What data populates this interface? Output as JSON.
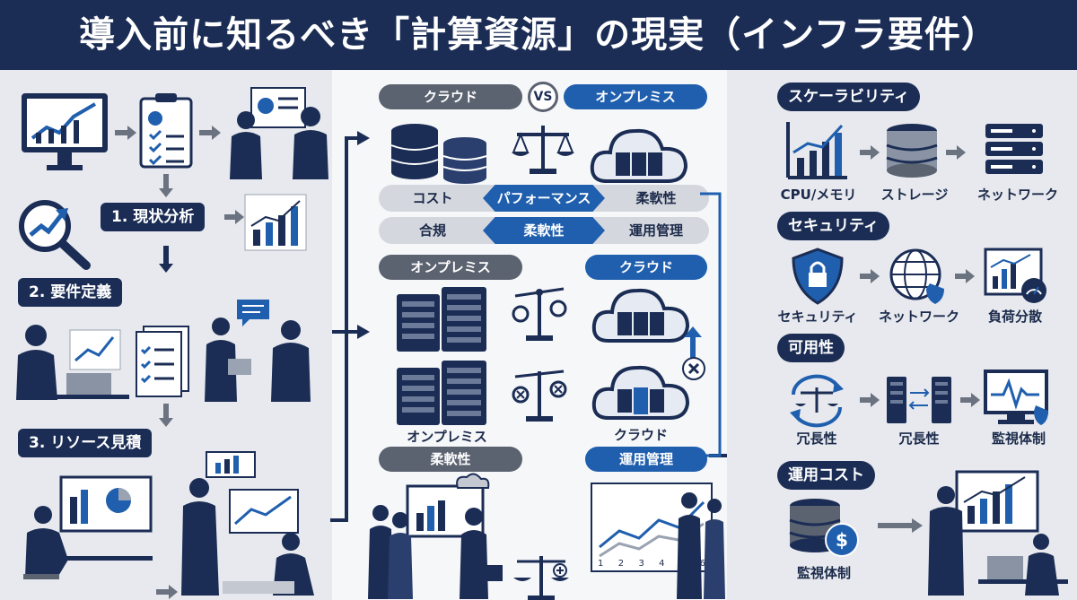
{
  "title": "導入前に知るべき「計算資源」の現実（インフラ要件）",
  "left": {
    "step1": "1. 現状分析",
    "step2": "2. 要件定義",
    "step3": "3. リソース見積"
  },
  "middle": {
    "cloud": "クラウド",
    "vs": "VS",
    "onprem": "オンプレミス",
    "bar1": [
      "コスト",
      "パフォーマンス",
      "柔軟性"
    ],
    "bar2": [
      "合規",
      "柔軟性",
      "運用管理"
    ],
    "onprem_tag": "オンプレミス",
    "cloud_tag": "クラウド",
    "onprem_caption": "オンプレミス",
    "cloud_caption": "クラウド",
    "flex_tag": "柔軟性",
    "ops_tag": "運用管理",
    "chart_ticks": [
      "1",
      "2",
      "3",
      "4",
      "5",
      "6"
    ]
  },
  "right": {
    "scalability": {
      "title": "スケーラビリティ",
      "items": [
        "CPU/メモリ",
        "ストレージ",
        "ネットワーク"
      ]
    },
    "security": {
      "title": "セキュリティ",
      "items": [
        "セキュリティ",
        "ネットワーク",
        "負荷分散"
      ]
    },
    "availability": {
      "title": "可用性",
      "items": [
        "冗長性",
        "冗長性",
        "監視体制"
      ]
    },
    "opcost": {
      "title": "運用コスト",
      "items": [
        "監視体制"
      ]
    }
  },
  "colors": {
    "navy": "#1b2d55",
    "blue": "#1f5fae",
    "gray": "#5b6270",
    "light": "#d4d7dd"
  },
  "icons": [
    "monitor-chart-icon",
    "clipboard-icon",
    "meeting-icon",
    "magnifier-chart-icon",
    "chart-icon",
    "laptop-user-icon",
    "document-icon",
    "chat-icon",
    "database-icon",
    "scale-icon",
    "cloud-server-icon",
    "server-rack-icon",
    "shield-lock-icon",
    "globe-icon",
    "dashboard-icon",
    "sync-icon",
    "monitor-heartbeat-icon",
    "coin-icon"
  ]
}
